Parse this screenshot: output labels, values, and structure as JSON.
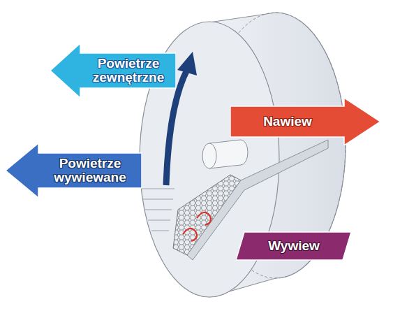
{
  "diagram": {
    "nodes": [
      {
        "text": [
          "Powietrze zewnętrzne"
        ]
      },
      {
        "text": [
          "Nawiew"
        ]
      },
      {
        "text": [
          "Powietrze wywiewane"
        ]
      },
      {
        "text": [
          "Wywiew"
        ]
      }
    ]
  }
}
